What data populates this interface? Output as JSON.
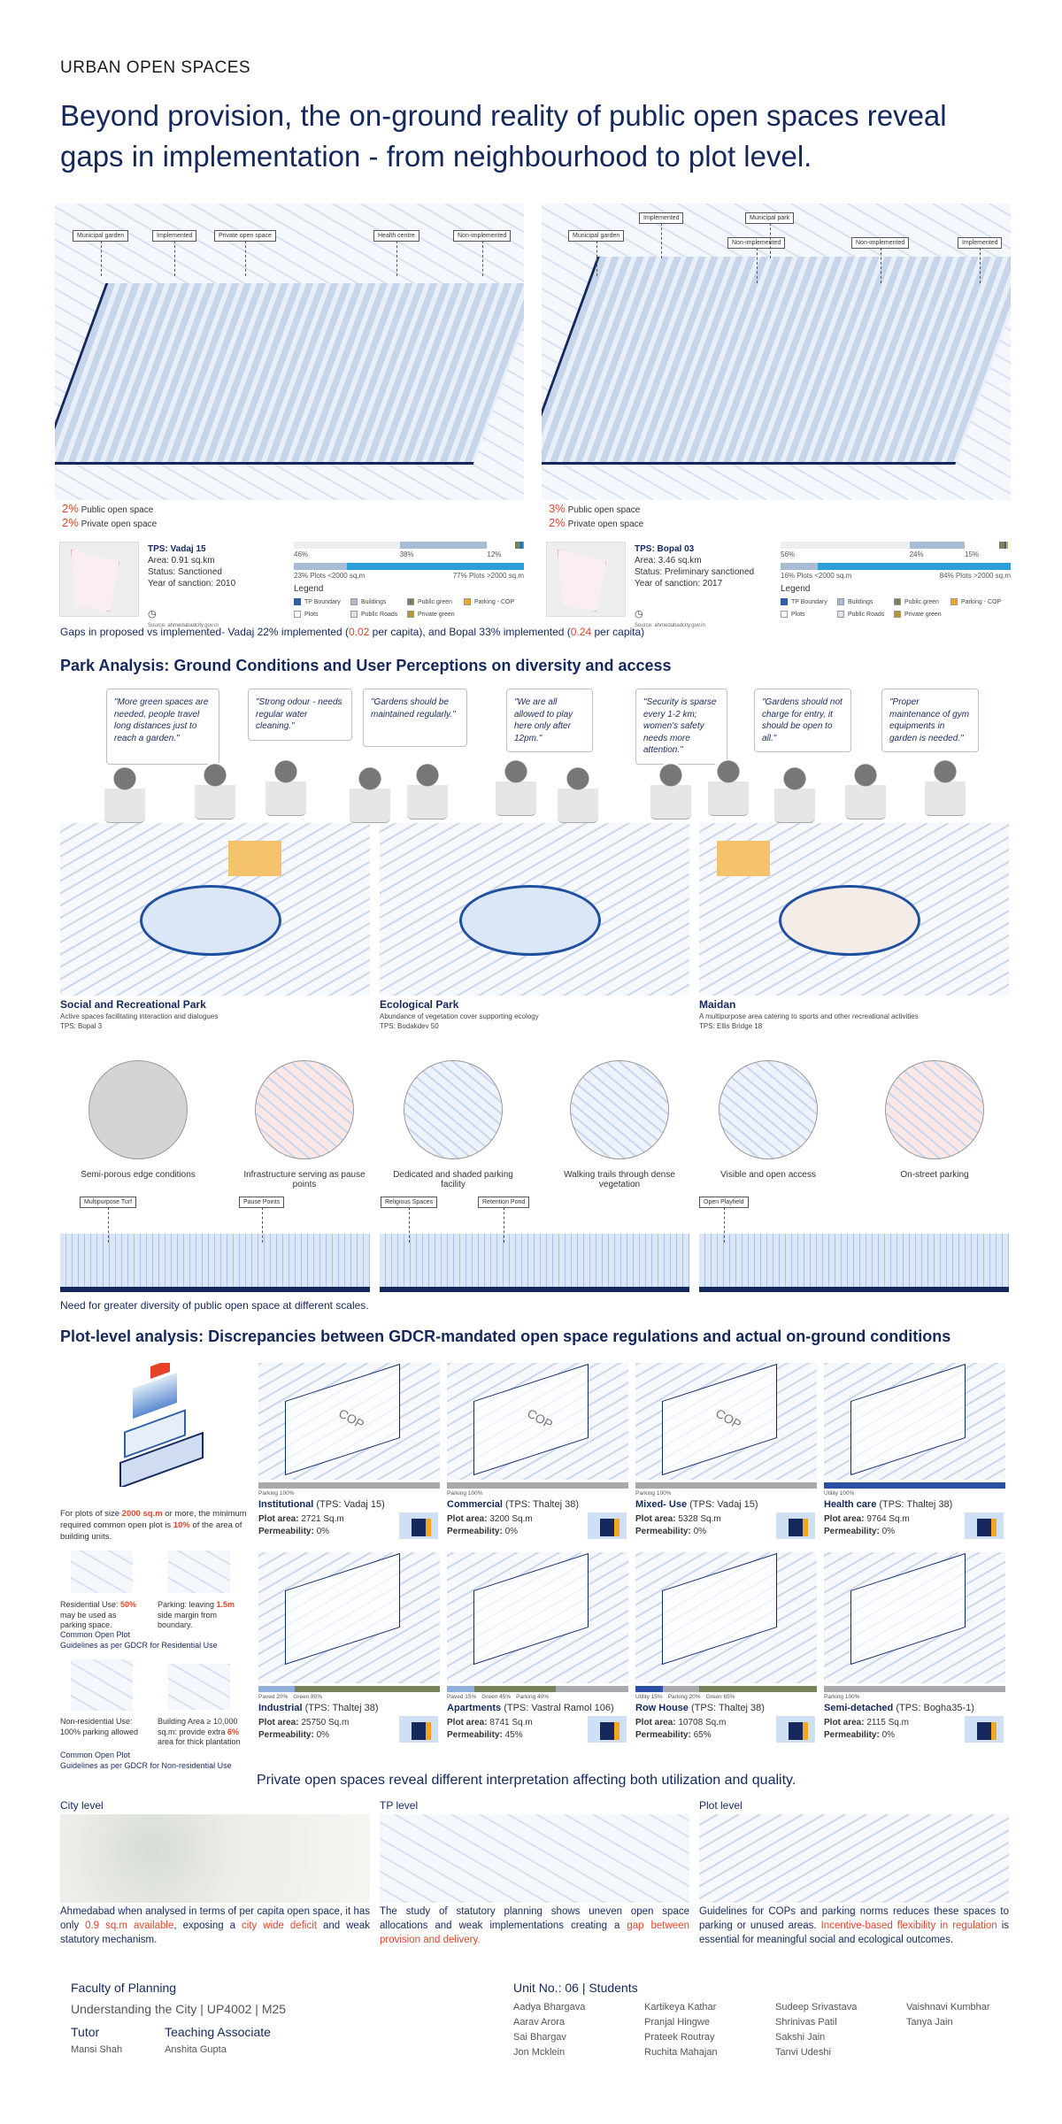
{
  "header": {
    "kicker": "URBAN OPEN SPACES",
    "headline": "Beyond provision, the on-ground reality of public open spaces reveal gaps in implementation - from neighbourhood to plot level."
  },
  "maps": [
    {
      "callouts": [
        "Municipal garden",
        "Implemented",
        "Private open space",
        "Health centre",
        "Non-implemented"
      ],
      "public_pct": "2%",
      "public_label": "Public open space",
      "private_pct": "2%",
      "private_label": "Private open space",
      "tps": "TPS: Vadaj 15",
      "area": "Area: 0.91 sq.km",
      "status": "Status: Sanctioned",
      "year": "Year of sanction: 2010",
      "source": "Source: ahmedabadcity.gov.in",
      "landuse_bar": {
        "labels": [
          "46%",
          "38%",
          "12%"
        ],
        "values": [
          46,
          38,
          12
        ]
      },
      "plots_bar": {
        "labels": [
          "23% Plots <2000 sq.m",
          "77% Plots >2000 sq.m"
        ],
        "values": [
          23,
          77
        ]
      }
    },
    {
      "callouts": [
        "Municipal garden",
        "Implemented",
        "Non-implemented",
        "Municipal park",
        "Non-implemented",
        "Implemented"
      ],
      "public_pct": "3%",
      "public_label": "Public open space",
      "private_pct": "2%",
      "private_label": "Private open space",
      "tps": "TPS: Bopal 03",
      "area": "Area: 3.46 sq.km",
      "status": "Status: Preliminary sanctioned",
      "year": "Year of sanction: 2017",
      "source": "Source: ahmedabadcity.gov.in",
      "landuse_bar": {
        "labels": [
          "56%",
          "24%",
          "15%"
        ],
        "values": [
          56,
          24,
          15
        ]
      },
      "plots_bar": {
        "labels": [
          "16% Plots <2000 sq.m",
          "84% Plots >2000 sq.m"
        ],
        "values": [
          16,
          84
        ]
      }
    }
  ],
  "legend": {
    "title": "Legend",
    "items": [
      {
        "label": "TP Boundary",
        "color": "#2f5fa8"
      },
      {
        "label": "Buildings",
        "color": "#a9bcd6"
      },
      {
        "label": "Public green",
        "color": "#76835a"
      },
      {
        "label": "Parking - COP",
        "color": "#f4a623"
      },
      {
        "label": "Plots",
        "color": "#ffffff"
      },
      {
        "label": "Public Roads",
        "color": "#dde2ee"
      },
      {
        "label": "Private green",
        "color": "#b8962e"
      }
    ]
  },
  "gaps": {
    "pre": "Gaps in proposed vs implemented- Vadaj 22% implemented (",
    "v1": "0.02",
    "mid": " per capita), and Bopal 33% implemented (",
    "v2": "0.24",
    "post": " per capita)"
  },
  "park": {
    "heading": "Park Analysis: Ground Conditions and User Perceptions on diversity and access",
    "quotes": [
      "\"More green spaces are needed, people travel long distances just to reach a garden.\"",
      "\"Strong odour - needs regular water cleaning.\"",
      "\"Gardens should be maintained regularly.\"",
      "\"We are all allowed to play here only after 12pm.\"",
      "\"Security is sparse every 1-2 km; women's safety needs more attention.\"",
      "\"Gardens should not charge for entry, it should be open to all.\"",
      "\"Proper maintenance of gym equipments in garden is needed.\""
    ],
    "types": [
      {
        "title": "Social and Recreational Park",
        "desc": "Active spaces facilitating interaction and dialogues",
        "tps": "TPS: Bopal 3"
      },
      {
        "title": "Ecological Park",
        "desc": "Abundance of vegetation cover supporting ecology",
        "tps": "TPS: Bodakdev 50"
      },
      {
        "title": "Maidan",
        "desc": "A multipurpose area catering to sports and other recreational activities",
        "tps": "TPS: Ellis Bridge 18"
      }
    ],
    "details": [
      "Semi-porous edge conditions",
      "Infrastructure serving as pause points",
      "Dedicated and shaded parking facility",
      "Walking trails through dense vegetation",
      "Visible and open access",
      "On-street parking"
    ],
    "section_labels": [
      "Multipurpose Turf",
      "Pause Points",
      "Religious Spaces",
      "Retention Pond",
      "Open Playfield"
    ],
    "note": "Need for greater diversity of public open space at different scales."
  },
  "plot": {
    "heading": "Plot-level analysis: Discrepancies between GDCR-mandated open space regulations and actual on-ground conditions",
    "rule": {
      "pre": "For plots of size ",
      "v1": "2000 sq.m",
      "mid": " or more, the minimum required common open plot is ",
      "v2": "10%",
      "post": " of the area of building units."
    },
    "res1": {
      "pre": "Residential Use: ",
      "v": "50%",
      "post": " may be used as parking space."
    },
    "res2": {
      "pre": "Parking: leaving ",
      "v": "1.5m",
      "post": " side margin from boundary."
    },
    "res_caption": [
      "Common Open Plot",
      "Guidelines as per GDCR for Residential Use"
    ],
    "nonres1": "Non-residential Use: 100% parking allowed",
    "nonres2": {
      "pre": "Building Area ≥ 10,000 sq.m: provide extra ",
      "v": "6%",
      "post": " area for thick plantation"
    },
    "nonres_caption": [
      "Common Open Plot",
      "Guidelines as per GDCR for Non-residential Use"
    ],
    "cases": [
      {
        "name": "Institutional",
        "tps": "(TPS: Vadaj 15)",
        "area": "2721 Sq.m",
        "perm": "0%",
        "bar": [
          {
            "label": "Parking 100%",
            "v": 100,
            "c": "#a7a9ac"
          }
        ]
      },
      {
        "name": "Commercial",
        "tps": "(TPS: Thaltej 38)",
        "area": "3200 Sq.m",
        "perm": "0%",
        "bar": [
          {
            "label": "Parking 100%",
            "v": 100,
            "c": "#a7a9ac"
          }
        ]
      },
      {
        "name": "Mixed- Use",
        "tps": "(TPS: Vadaj 15)",
        "area": "5328 Sq.m",
        "perm": "0%",
        "bar": [
          {
            "label": "Parking 100%",
            "v": 100,
            "c": "#a7a9ac"
          }
        ]
      },
      {
        "name": "Health care",
        "tps": "(TPS: Thaltej 38)",
        "area": "9764 Sq.m",
        "perm": "0%",
        "bar": [
          {
            "label": "Utility 100%",
            "v": 100,
            "c": "#2a4fa3"
          }
        ]
      },
      {
        "name": "Industrial",
        "tps": "(TPS: Thaltej 38)",
        "area": "25750 Sq.m",
        "perm": "0%",
        "bar": [
          {
            "label": "Paved 20%",
            "v": 20,
            "c": "#8fb0dc"
          },
          {
            "label": "Green 80%",
            "v": 80,
            "c": "#76835a"
          }
        ]
      },
      {
        "name": "Apartments",
        "tps": "(TPS: Vastral Ramol 106)",
        "area": "8741 Sq.m",
        "perm": "45%",
        "bar": [
          {
            "label": "Paved 15%",
            "v": 15,
            "c": "#8fb0dc"
          },
          {
            "label": "Green 45%",
            "v": 45,
            "c": "#76835a"
          },
          {
            "label": "Parking 40%",
            "v": 40,
            "c": "#a7a9ac"
          }
        ]
      },
      {
        "name": "Row House",
        "tps": "(TPS: Thaltej 38)",
        "area": "10708 Sq.m",
        "perm": "65%",
        "bar": [
          {
            "label": "Utility 15%",
            "v": 15,
            "c": "#2a4fa3"
          },
          {
            "label": "Parking 20%",
            "v": 20,
            "c": "#a7a9ac"
          },
          {
            "label": "Green 65%",
            "v": 65,
            "c": "#76835a"
          }
        ]
      },
      {
        "name": "Semi-detached",
        "tps": "(TPS: Bogha35-1)",
        "area": "2115 Sq.m",
        "perm": "0%",
        "bar": [
          {
            "label": "Parking 100%",
            "v": 100,
            "c": "#a7a9ac"
          }
        ]
      }
    ],
    "plot_area_label": "Plot area: ",
    "perm_label": "Permeability: ",
    "cop_label": "COP",
    "conclusion": "Private open spaces reveal different interpretation affecting both utilization and quality."
  },
  "levels": [
    {
      "title": "City level",
      "parts": [
        [
          "Ahmedabad when analysed in terms of per capita open space, it has only ",
          0
        ],
        [
          "0.9 sq.m available",
          1
        ],
        [
          ", exposing a ",
          0
        ],
        [
          "city wide deficit",
          1
        ],
        [
          " and weak statutory mechanism.",
          0
        ]
      ]
    },
    {
      "title": "TP level",
      "parts": [
        [
          "The study of statutory planning shows uneven open space allocations and weak implementations creating a ",
          0
        ],
        [
          "gap between provision and delivery.",
          1
        ]
      ]
    },
    {
      "title": "Plot level",
      "parts": [
        [
          "Guidelines for COPs and parking norms reduces these spaces to parking or unused areas. ",
          0
        ],
        [
          "Incentive-based flexibility in regulation",
          1
        ],
        [
          " is essential for meaningful social and ecological outcomes.",
          0
        ]
      ]
    }
  ],
  "footer": {
    "faculty": "Faculty of Planning",
    "course": "Understanding the City | UP4002 | M25",
    "tutor_label": "Tutor",
    "tutor": "Mansi Shah",
    "ta_label": "Teaching Associate",
    "ta": "Anshita Gupta",
    "unit": "Unit No.: 06 | Students",
    "students": [
      "Aadya Bhargava",
      "Aarav Arora",
      "Sai Bhargav",
      "Jon Mcklein",
      "Kartikeya Kathar",
      "Pranjal Hingwe",
      "Prateek Routray",
      "Ruchita Mahajan",
      "Sudeep Srivastava",
      "Shrinivas Patil",
      "Sakshi Jain",
      "Tanvi Udeshi",
      "Vaishnavi Kumbhar",
      "Tanya Jain"
    ]
  }
}
